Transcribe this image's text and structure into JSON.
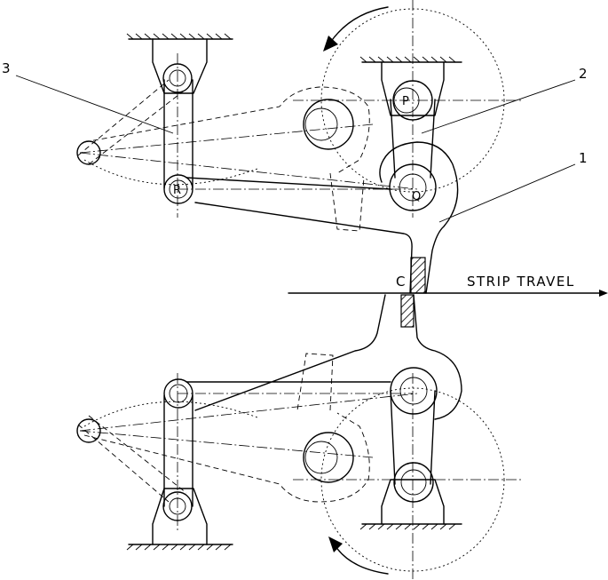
{
  "labels": {
    "part_1": "1",
    "part_2": "2",
    "part_3": "3",
    "pin_p": "P",
    "pin_q": "Q",
    "pin_r": "R",
    "point_c": "C",
    "strip_travel": "STRIP TRAVEL"
  }
}
